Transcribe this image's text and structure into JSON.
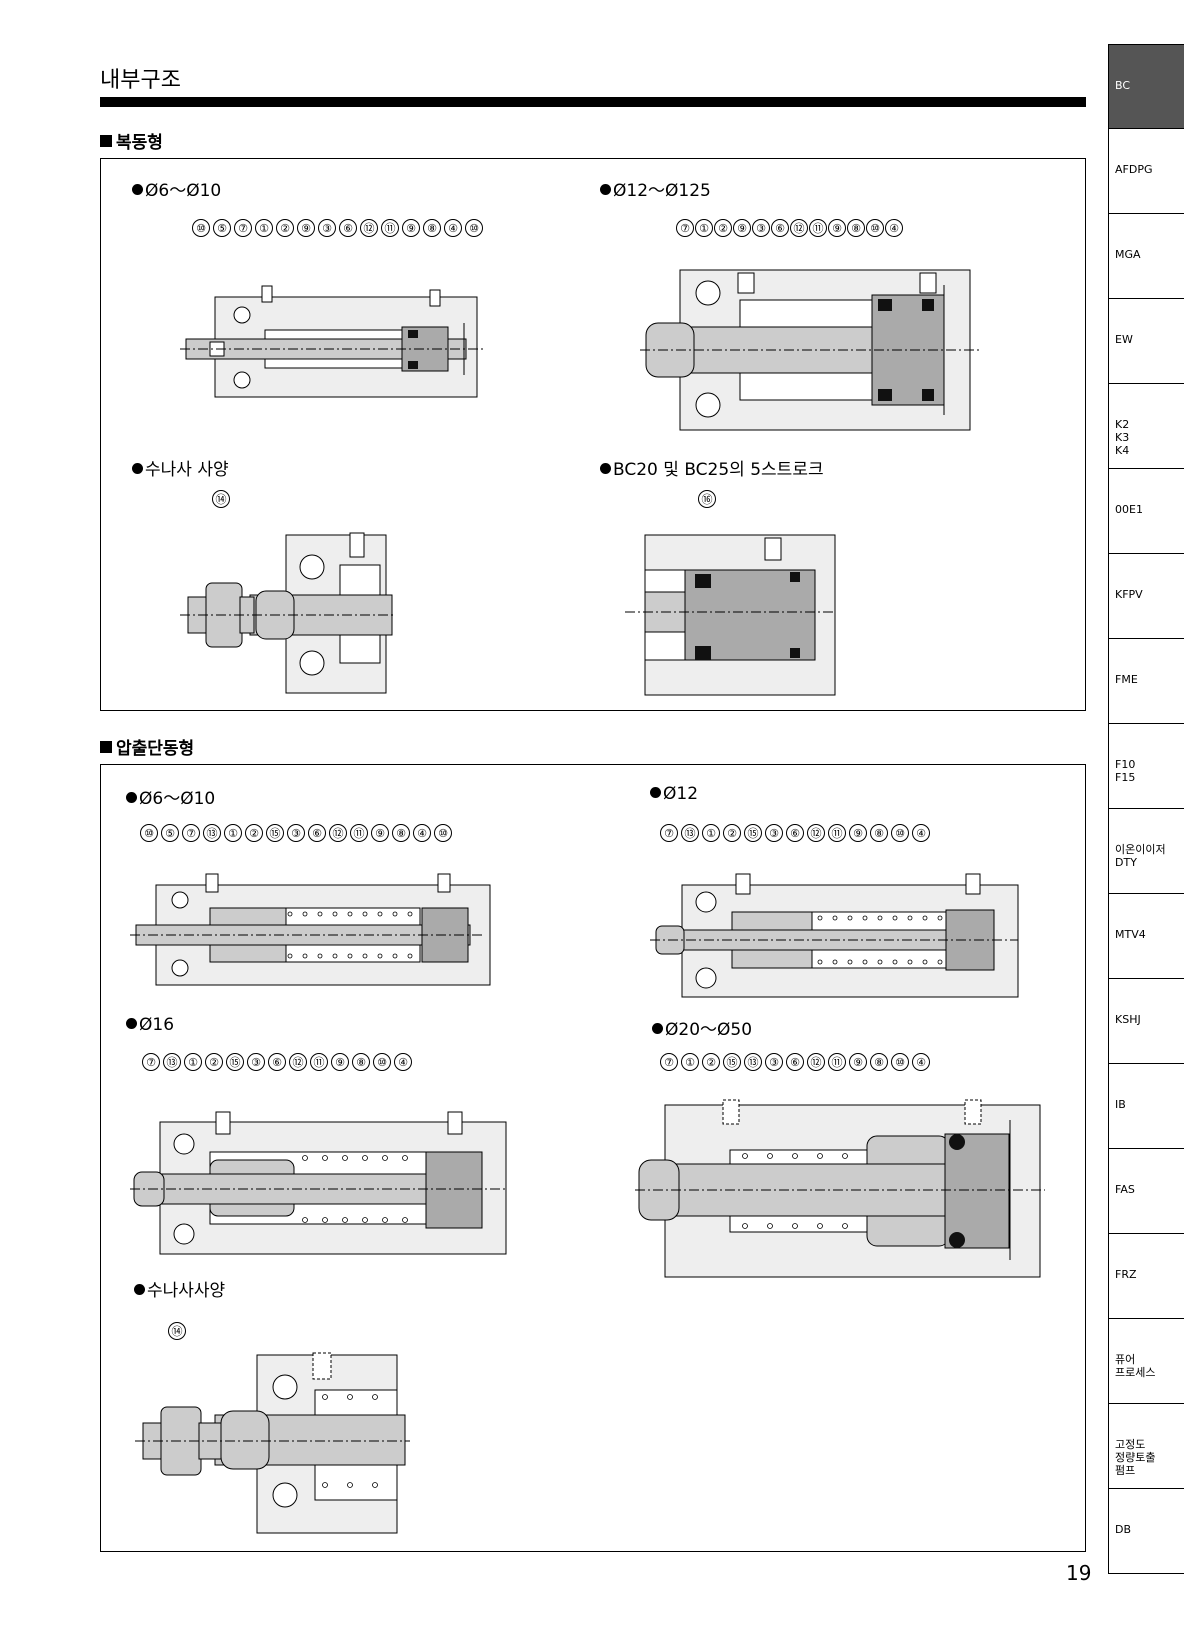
{
  "header": {
    "title": "내부구조"
  },
  "sections": [
    {
      "title": "복동형",
      "figures": [
        {
          "title": "Ø6～Ø10",
          "callouts": [
            "⑩",
            "⑤",
            "⑦",
            "①",
            "②",
            "⑨",
            "③",
            "⑥",
            "⑫",
            "⑪",
            "⑨",
            "⑧",
            "④",
            "⑩"
          ]
        },
        {
          "title": "Ø12～Ø125",
          "callouts": [
            "⑦",
            "①",
            "②",
            "⑨",
            "③",
            "⑥",
            "⑫",
            "⑪",
            "⑨",
            "⑧",
            "⑩",
            "④"
          ]
        },
        {
          "title": "수나사 사양",
          "callouts": [
            "⑭"
          ]
        },
        {
          "title": "BC20 및 BC25의 5스트로크",
          "callouts": [
            "⑯"
          ]
        }
      ]
    },
    {
      "title": "압출단동형",
      "figures": [
        {
          "title": "Ø6～Ø10",
          "callouts": [
            "⑩",
            "⑤",
            "⑦",
            "⑬",
            "①",
            "②",
            "⑮",
            "③",
            "⑥",
            "⑫",
            "⑪",
            "⑨",
            "⑧",
            "④",
            "⑩"
          ]
        },
        {
          "title": "Ø12",
          "callouts": [
            "⑦",
            "⑬",
            "①",
            "②",
            "⑮",
            "③",
            "⑥",
            "⑫",
            "⑪",
            "⑨",
            "⑧",
            "⑩",
            "④"
          ]
        },
        {
          "title": "Ø16",
          "callouts": [
            "⑦",
            "⑬",
            "①",
            "②",
            "⑮",
            "③",
            "⑥",
            "⑫",
            "⑪",
            "⑨",
            "⑧",
            "⑩",
            "④"
          ]
        },
        {
          "title": "Ø20～Ø50",
          "callouts": [
            "⑦",
            "①",
            "②",
            "⑮",
            "⑬",
            "③",
            "⑥",
            "⑫",
            "⑪",
            "⑨",
            "⑧",
            "⑩",
            "④"
          ]
        },
        {
          "title": "수나사사양",
          "callouts": [
            "⑭"
          ]
        }
      ]
    }
  ],
  "sidebar": {
    "tabs": [
      "BC",
      "AFDPG",
      "MGA",
      "EW",
      "K2\nK3\nK4",
      "00E1",
      "KFPV",
      "FME",
      "F10\nF15",
      "이온이이저\nDTY",
      "MTV4",
      "KSHJ",
      "IB",
      "FAS",
      "FRZ",
      "퓨어\n프로세스",
      "고정도\n정량토출\n펌프",
      "DB"
    ]
  },
  "footer": {
    "page_number": "19"
  }
}
